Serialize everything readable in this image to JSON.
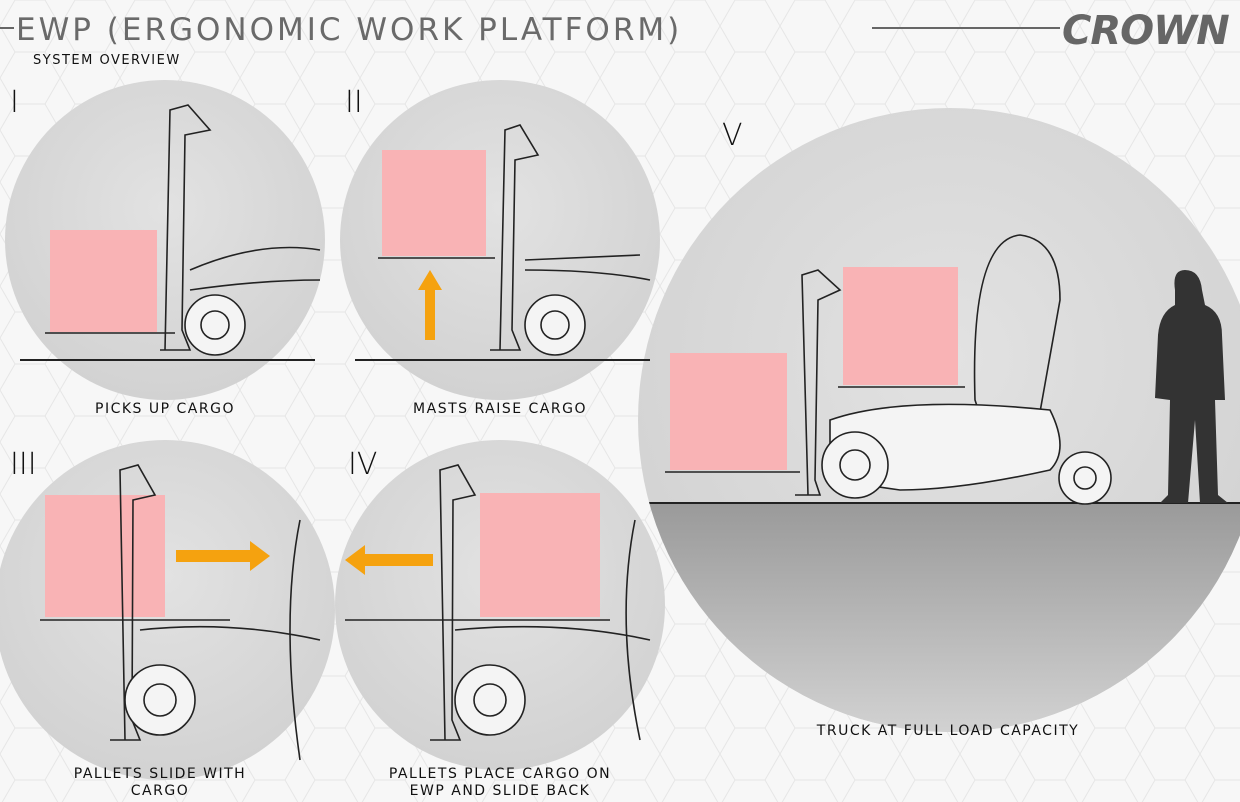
{
  "header": {
    "title": "EWP (ERGONOMIC WORK PLATFORM)",
    "subtitle": "SYSTEM OVERVIEW",
    "logo": "CROWN"
  },
  "colors": {
    "cargo": "#f9b3b5",
    "arrow": "#f5a20f",
    "circle": "#dcdcdc",
    "title": "#6a6a6a"
  },
  "steps": [
    {
      "numeral": "I",
      "caption": [
        "PICKS UP CARGO"
      ]
    },
    {
      "numeral": "II",
      "caption": [
        "MASTS RAISE CARGO"
      ]
    },
    {
      "numeral": "III",
      "caption": [
        "PALLETS SLIDE WITH",
        "CARGO"
      ]
    },
    {
      "numeral": "IV",
      "caption": [
        "PALLETS PLACE CARGO ON",
        "EWP AND SLIDE BACK"
      ]
    },
    {
      "numeral": "V",
      "caption": [
        "TRUCK AT FULL LOAD CAPACITY"
      ]
    }
  ]
}
